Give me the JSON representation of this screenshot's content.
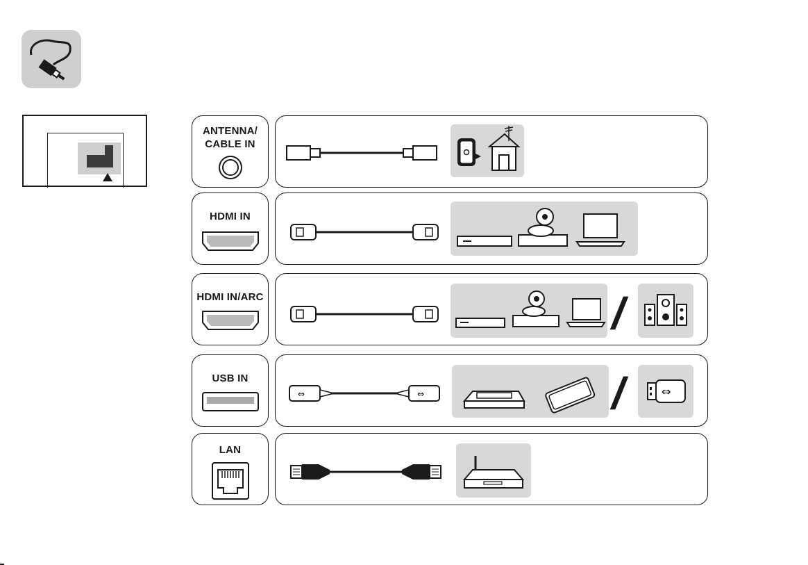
{
  "ports": [
    {
      "id": "antenna",
      "label_line1": "ANTENNA/",
      "label_line2": "CABLE IN"
    },
    {
      "id": "hdmi",
      "label_line1": "HDMI IN"
    },
    {
      "id": "hdmi_arc",
      "label_line1": "HDMI IN/ARC"
    },
    {
      "id": "usb",
      "label_line1": "USB IN"
    },
    {
      "id": "lan",
      "label_line1": "LAN"
    }
  ],
  "icons": {
    "header": "cable-connection-icon",
    "separator_glyph": "/"
  },
  "colors": {
    "outline": "#1a1a1a",
    "icon_bg": "#d8d8d8",
    "header_bg": "#cfcfcf"
  }
}
